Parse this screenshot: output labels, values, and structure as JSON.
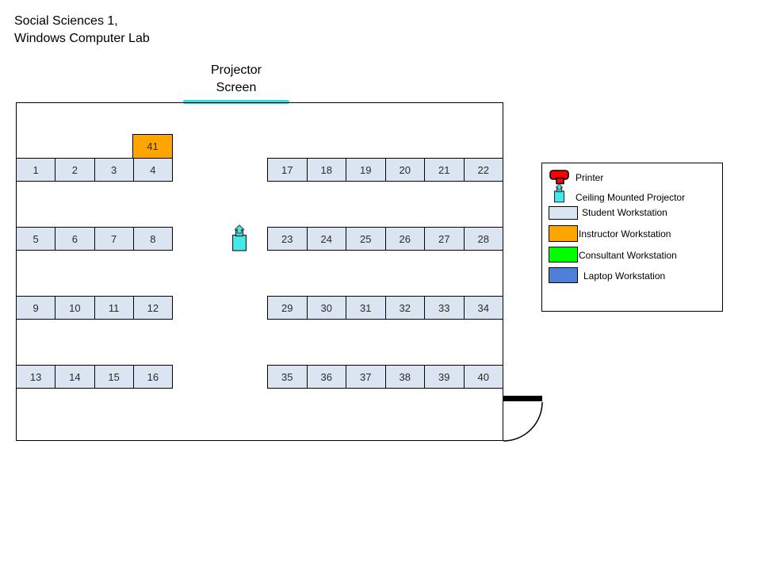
{
  "title": "Social Sciences 1,\nWindows Computer Lab",
  "screen": {
    "label": "Projector\nScreen"
  },
  "seating": {
    "left_rows": [
      [
        "1",
        "2",
        "3",
        "4"
      ],
      [
        "5",
        "6",
        "7",
        "8"
      ],
      [
        "9",
        "10",
        "11",
        "12"
      ],
      [
        "13",
        "14",
        "15",
        "16"
      ]
    ],
    "right_rows": [
      [
        "17",
        "18",
        "19",
        "20",
        "21",
        "22"
      ],
      [
        "23",
        "24",
        "25",
        "26",
        "27",
        "28"
      ],
      [
        "29",
        "30",
        "31",
        "32",
        "33",
        "34"
      ],
      [
        "35",
        "36",
        "37",
        "38",
        "39",
        "40"
      ]
    ],
    "instructor_seat": "41"
  },
  "legend": {
    "items": [
      {
        "icon": "printer-icon",
        "label": "Printer"
      },
      {
        "icon": "projector-icon",
        "label": "Ceiling Mounted Projector"
      },
      {
        "icon": "student-workstation-swatch",
        "label": "Student Workstation"
      },
      {
        "icon": "instructor-workstation-swatch",
        "label": "Instructor Workstation"
      },
      {
        "icon": "consultant-workstation-swatch",
        "label": "Consultant Workstation"
      },
      {
        "icon": "laptop-workstation-swatch",
        "label": "Laptop Workstation"
      }
    ]
  },
  "colors": {
    "student": "#dbe5f2",
    "instructor": "#ffa500",
    "consultant": "#00ff00",
    "laptop": "#4d80d6",
    "printer": "#ff0000",
    "projector": "#45e8e8",
    "screen": "#2be2e2"
  }
}
